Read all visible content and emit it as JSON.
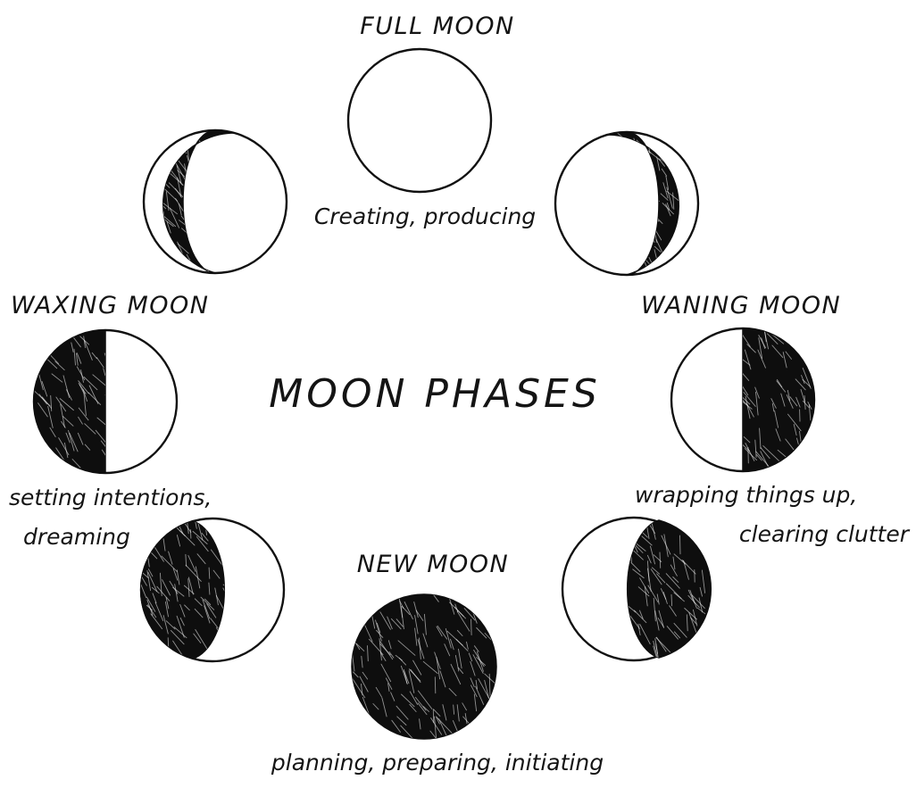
{
  "title": "MOON PHASES",
  "phases": {
    "full": {
      "label": "FULL MOON",
      "note": "Creating, producing"
    },
    "new": {
      "label": "NEW MOON",
      "note": "planning, preparing, initiating"
    },
    "waxing": {
      "label": "WAXING MOON",
      "note_line1": "setting intentions,",
      "note_line2": "dreaming"
    },
    "waning": {
      "label": "WANING MOON",
      "note_line1": "wrapping things up,",
      "note_line2": "clearing clutter"
    }
  },
  "colors": {
    "ink": "#111111",
    "paper": "#ffffff"
  }
}
